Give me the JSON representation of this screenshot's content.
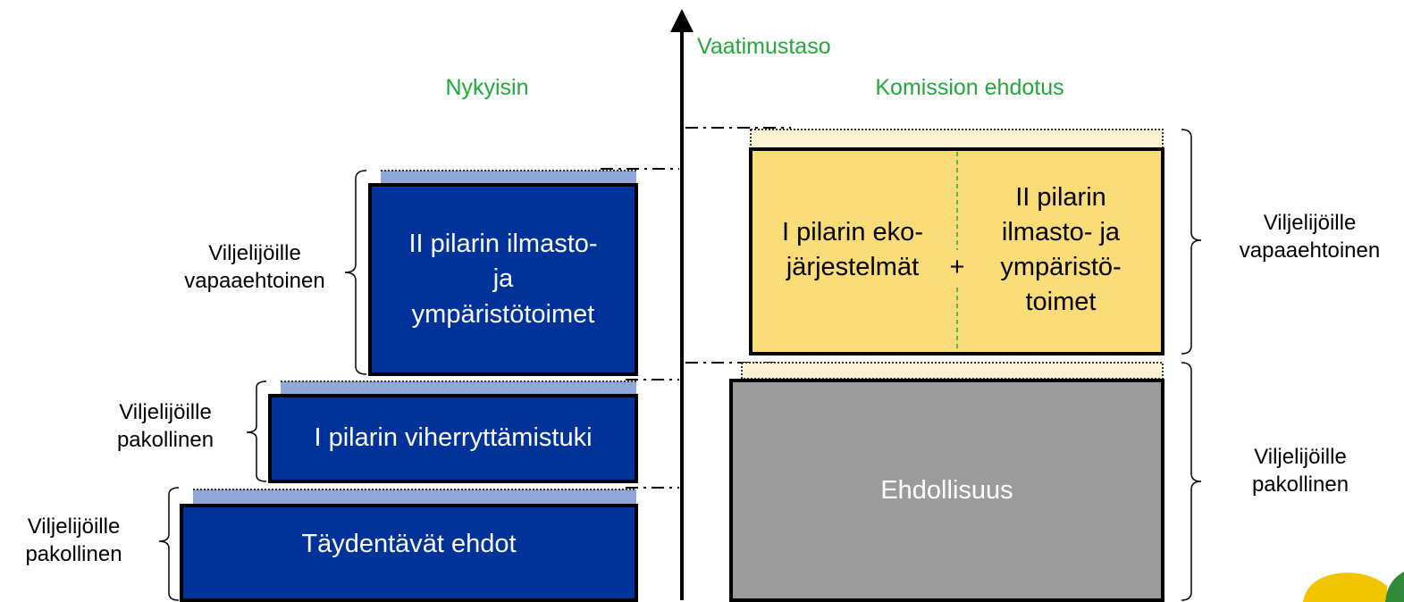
{
  "axis_label": "Vaatimustaso",
  "left_title": "Nykyisin",
  "right_title": "Komission ehdotus",
  "left_boxes": {
    "top": "II pilarin ilmasto-\nja\nympäristötoimet",
    "middle": "I pilarin viherryttämistuki",
    "bottom": "Täydentävät ehdot"
  },
  "left_labels": {
    "top": "Viljelijöille\nvapaaehtoinen",
    "middle": "Viljelijöille\npakollinen",
    "bottom": "Viljelijöille\npakollinen"
  },
  "right_boxes": {
    "top_left": "I pilarin eko-\njärjestelmät",
    "plus": "+",
    "top_right": "II pilarin\nilmasto- ja\nympäristö-\ntoimet",
    "bottom": "Ehdollisuus"
  },
  "right_labels": {
    "top": "Viljelijöille\nvapaaehtoinen",
    "bottom": "Viljelijöille\npakollinen"
  },
  "colors": {
    "dark_blue": "#00339a",
    "light_blue": "#8fa8d8",
    "yellow": "#fadc78",
    "light_yellow": "#fdf3d3",
    "gray": "#9b9b9b",
    "green_text": "#22a83a"
  }
}
